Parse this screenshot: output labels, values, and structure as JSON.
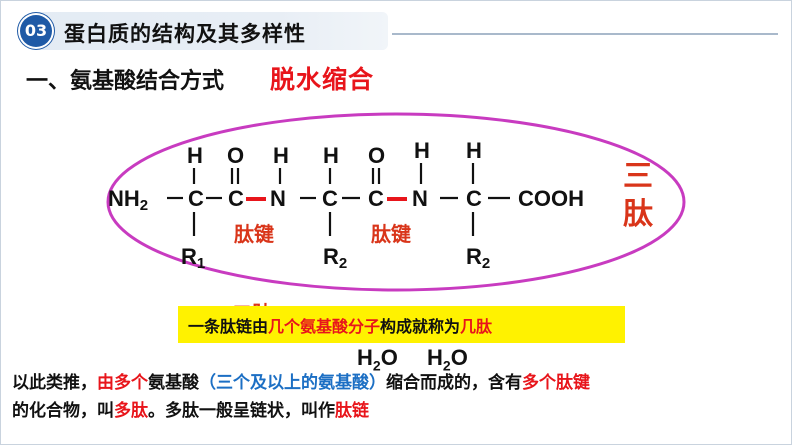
{
  "header": {
    "section_number": "03",
    "section_title": "蛋白质的结构及其多样性"
  },
  "subtitle": {
    "text": "一、氨基酸结合方式",
    "highlight": "脱水缩合"
  },
  "structure": {
    "nh2": "NH2",
    "h": "H",
    "o": "O",
    "c": "C",
    "n": "N",
    "cooh": "COOH",
    "r1": "R1",
    "r2": "R2",
    "bond_label": "肽键"
  },
  "tripeptide_label": [
    "三",
    "肽"
  ],
  "partial_text": "二肽",
  "definition_box": {
    "part1": "一条肽链由",
    "part2": "几个氨基酸分子",
    "part3": "构成就称为",
    "part4": "几肽"
  },
  "water": [
    "H2O",
    "H2O"
  ],
  "paragraph": {
    "p1": "以此类推，",
    "p2": "由多个",
    "p3": "氨基酸",
    "p4": "（三个及以上的氨基酸）",
    "p5": "缩合而成的，含有",
    "p6": "多个肽键",
    "p7": "的化合物，叫",
    "p8": "多肽",
    "p9": "。多肽一般呈链状，叫作",
    "p10": "肽链"
  },
  "colors": {
    "accent_blue": "#1f5aa6",
    "red": "#e8151b",
    "oval": "#c83bc0",
    "highlight_yellow": "#fff200"
  }
}
